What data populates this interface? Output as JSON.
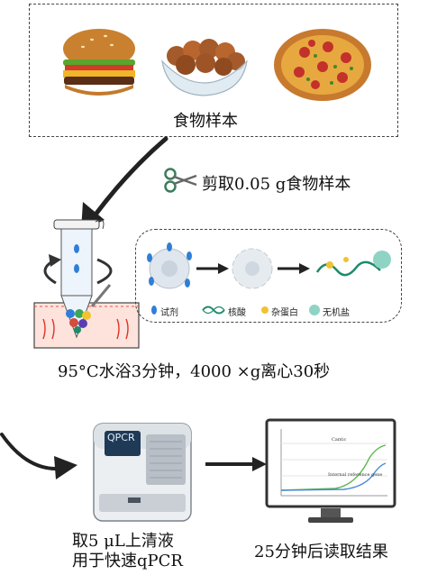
{
  "food_label": "食物样本",
  "cut_label": "剪取0.05 g食物样本",
  "bath_label": "95°C水浴3分钟，4000 ×g离心30秒",
  "legend": {
    "reagent": "试剂",
    "nucleic_acid": "核酸",
    "impurity_protein": "杂蛋白",
    "inorganic_salt": "无机盐"
  },
  "qpcr_screen_label": "QPCR",
  "step_take_line1": "取5 μL上清液",
  "step_take_line2": "用于快速qPCR",
  "step_read": "25分钟后读取结果",
  "monitor_chart": {
    "curve1_label": "Cantic",
    "curve2_label": "Internal reference gene"
  },
  "colors": {
    "reagent_blue": "#2f7fd6",
    "nucleic_green": "#1f8a6a",
    "protein_yellow": "#f2c232",
    "salt_teal": "#8fd3c4",
    "arrow_dark": "#222222"
  }
}
